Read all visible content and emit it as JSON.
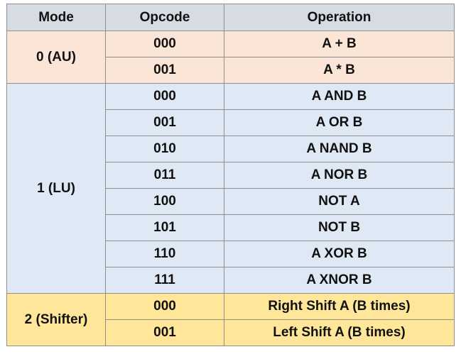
{
  "table": {
    "headers": {
      "mode": "Mode",
      "opcode": "Opcode",
      "operation": "Operation"
    },
    "groups": [
      {
        "mode": "0 (AU)",
        "rows": [
          {
            "opcode": "000",
            "operation": "A + B"
          },
          {
            "opcode": "001",
            "operation": "A * B"
          }
        ]
      },
      {
        "mode": "1 (LU)",
        "rows": [
          {
            "opcode": "000",
            "operation": "A AND B"
          },
          {
            "opcode": "001",
            "operation": "A OR B"
          },
          {
            "opcode": "010",
            "operation": "A NAND B"
          },
          {
            "opcode": "011",
            "operation": "A NOR B"
          },
          {
            "opcode": "100",
            "operation": "NOT A"
          },
          {
            "opcode": "101",
            "operation": "NOT B"
          },
          {
            "opcode": "110",
            "operation": "A XOR B"
          },
          {
            "opcode": "111",
            "operation": "A XNOR B"
          }
        ]
      },
      {
        "mode": "2 (Shifter)",
        "rows": [
          {
            "opcode": "000",
            "operation": "Right Shift A (B times)"
          },
          {
            "opcode": "001",
            "operation": "Left Shift A (B times)"
          }
        ]
      }
    ]
  },
  "colors": {
    "header_bg": "#d6dbe4",
    "au_bg": "#fbe5d6",
    "lu_bg": "#dee9f5",
    "shifter_bg": "#ffe699",
    "border": "#8f8f8f"
  }
}
